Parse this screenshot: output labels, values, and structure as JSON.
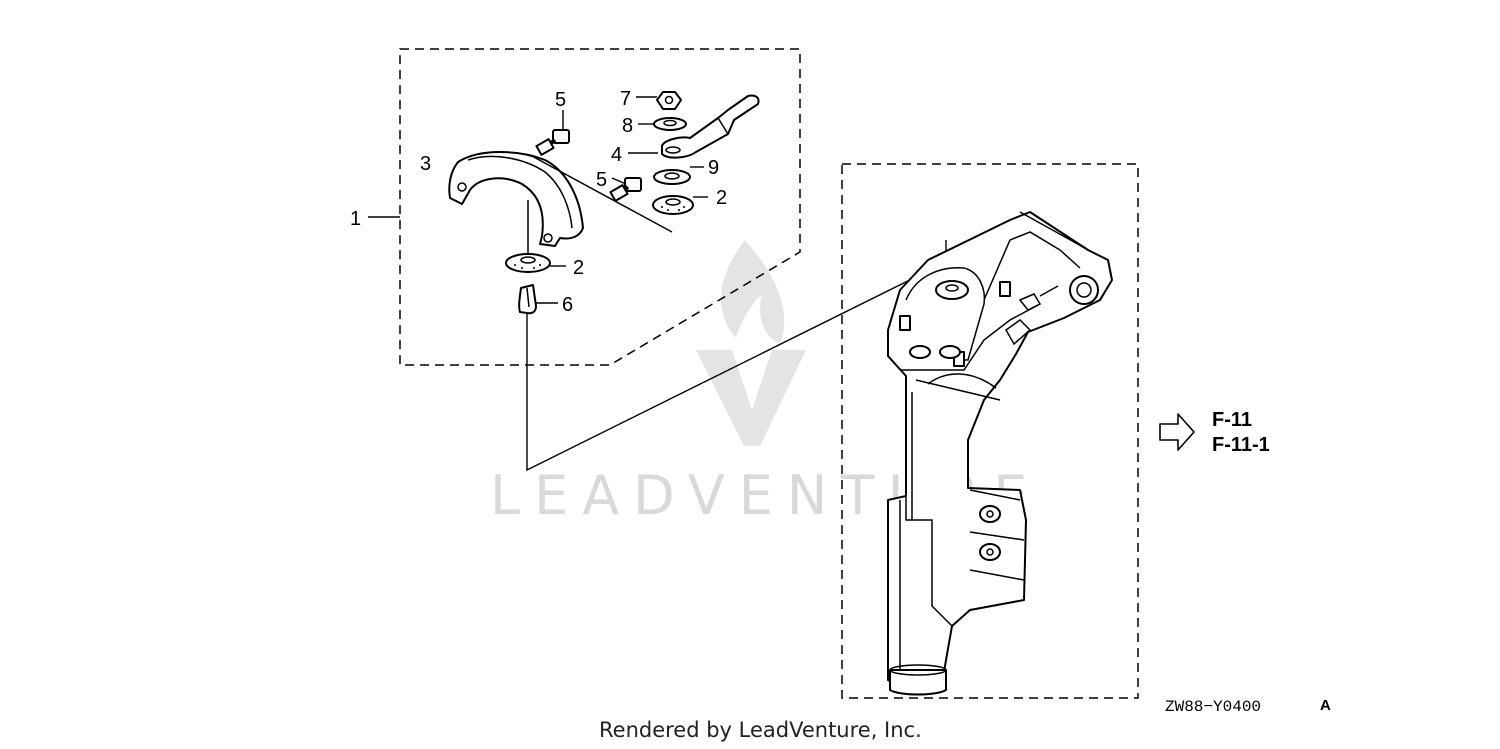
{
  "diagram": {
    "callouts": {
      "c1": "1",
      "c2a": "2",
      "c2b": "2",
      "c3": "3",
      "c4": "4",
      "c5a": "5",
      "c5b": "5",
      "c6": "6",
      "c7": "7",
      "c8": "8",
      "c9": "9"
    },
    "references": [
      "F-11",
      "F-11-1"
    ],
    "drawing_code": "ZW88−Y0400",
    "drawing_code_suffix": "A",
    "watermark": "LEADVENTURE"
  },
  "footer": {
    "credit": "Rendered by LeadVenture, Inc."
  },
  "icons": {
    "reference_arrow": "outline-arrow-right-icon",
    "watermark_logo": "leadventure-flame-logo-icon"
  },
  "colors": {
    "line": "#000000",
    "watermark": "#d9d9d9",
    "background": "#ffffff"
  }
}
